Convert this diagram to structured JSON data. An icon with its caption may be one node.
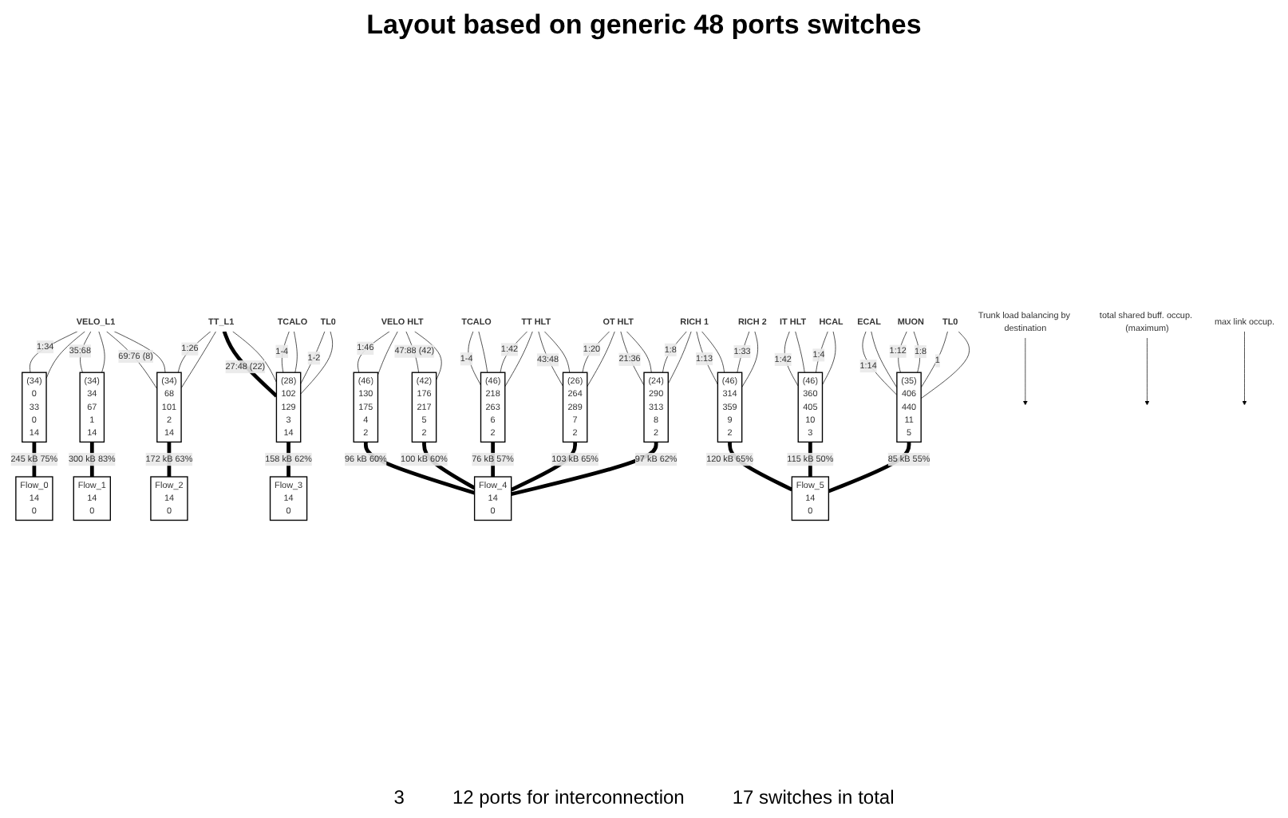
{
  "diagram": {
    "title": "Layout based on generic 48 ports switches",
    "nodes": [
      {
        "text": [
          "VELO_L1"
        ]
      },
      {
        "text": [
          "TT_L1"
        ]
      },
      {
        "text": [
          "TCALO"
        ]
      },
      {
        "text": [
          "TL0"
        ]
      },
      {
        "text": [
          "VELO HLT"
        ]
      },
      {
        "text": [
          "TCALO"
        ]
      },
      {
        "text": [
          "TT HLT"
        ]
      },
      {
        "text": [
          "OT HLT"
        ]
      },
      {
        "text": [
          "RICH 1"
        ]
      },
      {
        "text": [
          "RICH 2"
        ]
      },
      {
        "text": [
          "IT HLT"
        ]
      },
      {
        "text": [
          "HCAL"
        ]
      },
      {
        "text": [
          "ECAL"
        ]
      },
      {
        "text": [
          "MUON"
        ]
      },
      {
        "text": [
          "TL0"
        ]
      },
      {
        "text": [
          "(34)",
          "0",
          "33",
          "0",
          "14"
        ]
      },
      {
        "text": [
          "(34)",
          "34",
          "67",
          "1",
          "14"
        ]
      },
      {
        "text": [
          "(34)",
          "68",
          "101",
          "2",
          "14"
        ]
      },
      {
        "text": [
          "(28)",
          "102",
          "129",
          "3",
          "14"
        ]
      },
      {
        "text": [
          "(46)",
          "130",
          "175",
          "4",
          "2"
        ]
      },
      {
        "text": [
          "(42)",
          "176",
          "217",
          "5",
          "2"
        ]
      },
      {
        "text": [
          "(46)",
          "218",
          "263",
          "6",
          "2"
        ]
      },
      {
        "text": [
          "(26)",
          "264",
          "289",
          "7",
          "2"
        ]
      },
      {
        "text": [
          "(24)",
          "290",
          "313",
          "8",
          "2"
        ]
      },
      {
        "text": [
          "(46)",
          "314",
          "359",
          "9",
          "2"
        ]
      },
      {
        "text": [
          "(46)",
          "360",
          "405",
          "10",
          "3"
        ]
      },
      {
        "text": [
          "(35)",
          "406",
          "440",
          "11",
          "5"
        ]
      },
      {
        "text": [
          "Flow_0",
          "14",
          "0"
        ]
      },
      {
        "text": [
          "Flow_1",
          "14",
          "0"
        ]
      },
      {
        "text": [
          "Flow_2",
          "14",
          "0"
        ]
      },
      {
        "text": [
          "Flow_3",
          "14",
          "0"
        ]
      },
      {
        "text": [
          "Flow_4",
          "14",
          "0"
        ]
      },
      {
        "text": [
          "Flow_5",
          "14",
          "0"
        ]
      },
      {
        "text": [
          "Trunk load balancing by destination"
        ]
      },
      {
        "text": [
          "total shared buff. occup. (maximum)"
        ]
      },
      {
        "text": [
          "max link occup."
        ]
      }
    ],
    "edges": [
      {
        "from": 0,
        "to": 15,
        "arrow": "none",
        "label": "1:34"
      },
      {
        "from": 0,
        "to": 15,
        "arrow": "none"
      },
      {
        "from": 0,
        "to": 16,
        "arrow": "none",
        "label": "35:68"
      },
      {
        "from": 0,
        "to": 16,
        "arrow": "none"
      },
      {
        "from": 0,
        "to": 17,
        "arrow": "none",
        "label": "69:76 (8)"
      },
      {
        "from": 0,
        "to": 17,
        "arrow": "none"
      },
      {
        "from": 1,
        "to": 17,
        "arrow": "none",
        "label": "1:26"
      },
      {
        "from": 1,
        "to": 17,
        "arrow": "none"
      },
      {
        "from": 1,
        "to": 18,
        "arrow": "none",
        "label": "27:48 (22)",
        "style": "thick"
      },
      {
        "from": 1,
        "to": 18,
        "arrow": "none"
      },
      {
        "from": 2,
        "to": 18,
        "arrow": "none",
        "label": "1-4"
      },
      {
        "from": 2,
        "to": 18,
        "arrow": "none"
      },
      {
        "from": 3,
        "to": 18,
        "arrow": "none",
        "label": "1-2"
      },
      {
        "from": 3,
        "to": 18,
        "arrow": "none"
      },
      {
        "from": 4,
        "to": 19,
        "arrow": "none",
        "label": "1:46"
      },
      {
        "from": 4,
        "to": 19,
        "arrow": "none"
      },
      {
        "from": 4,
        "to": 20,
        "arrow": "none",
        "label": "47:88 (42)"
      },
      {
        "from": 4,
        "to": 20,
        "arrow": "none"
      },
      {
        "from": 5,
        "to": 21,
        "arrow": "none",
        "label": "1-4"
      },
      {
        "from": 5,
        "to": 21,
        "arrow": "none"
      },
      {
        "from": 6,
        "to": 21,
        "arrow": "none",
        "label": "1:42"
      },
      {
        "from": 6,
        "to": 21,
        "arrow": "none"
      },
      {
        "from": 6,
        "to": 22,
        "arrow": "none",
        "label": "43:48"
      },
      {
        "from": 6,
        "to": 22,
        "arrow": "none"
      },
      {
        "from": 7,
        "to": 22,
        "arrow": "none",
        "label": "1:20"
      },
      {
        "from": 7,
        "to": 22,
        "arrow": "none"
      },
      {
        "from": 7,
        "to": 23,
        "arrow": "none",
        "label": "21:36"
      },
      {
        "from": 7,
        "to": 23,
        "arrow": "none"
      },
      {
        "from": 8,
        "to": 23,
        "arrow": "none",
        "label": "1:8"
      },
      {
        "from": 8,
        "to": 23,
        "arrow": "none"
      },
      {
        "from": 8,
        "to": 24,
        "arrow": "none",
        "label": "1:13"
      },
      {
        "from": 8,
        "to": 24,
        "arrow": "none"
      },
      {
        "from": 9,
        "to": 24,
        "arrow": "none",
        "label": "1:33"
      },
      {
        "from": 9,
        "to": 24,
        "arrow": "none"
      },
      {
        "from": 10,
        "to": 25,
        "arrow": "none",
        "label": "1:42"
      },
      {
        "from": 10,
        "to": 25,
        "arrow": "none"
      },
      {
        "from": 11,
        "to": 25,
        "arrow": "none",
        "label": "1:4"
      },
      {
        "from": 11,
        "to": 25,
        "arrow": "none"
      },
      {
        "from": 12,
        "to": 26,
        "arrow": "none",
        "label": "1:14"
      },
      {
        "from": 12,
        "to": 26,
        "arrow": "none"
      },
      {
        "from": 13,
        "to": 26,
        "arrow": "none",
        "label": "1:12"
      },
      {
        "from": 13,
        "to": 26,
        "arrow": "none",
        "label": "1:8"
      },
      {
        "from": 14,
        "to": 26,
        "arrow": "none",
        "label": "1"
      },
      {
        "from": 14,
        "to": 26,
        "arrow": "none"
      },
      {
        "from": 15,
        "to": 27,
        "arrow": "none",
        "label": "245 kB 75%",
        "style": "thick"
      },
      {
        "from": 16,
        "to": 28,
        "arrow": "none",
        "label": "300 kB 83%",
        "style": "thick"
      },
      {
        "from": 17,
        "to": 29,
        "arrow": "none",
        "label": "172 kB 63%",
        "style": "thick"
      },
      {
        "from": 18,
        "to": 30,
        "arrow": "none",
        "label": "158 kB 62%",
        "style": "thick"
      },
      {
        "from": 19,
        "to": 31,
        "arrow": "none",
        "label": "96 kB 60%",
        "style": "thick"
      },
      {
        "from": 20,
        "to": 31,
        "arrow": "none",
        "label": "100 kB 60%",
        "style": "thick"
      },
      {
        "from": 21,
        "to": 31,
        "arrow": "none",
        "label": "76 kB 57%",
        "style": "thick"
      },
      {
        "from": 22,
        "to": 31,
        "arrow": "none",
        "label": "103 kB 65%",
        "style": "thick"
      },
      {
        "from": 23,
        "to": 31,
        "arrow": "none",
        "label": "97 kB 62%",
        "style": "thick"
      },
      {
        "from": 24,
        "to": 32,
        "arrow": "none",
        "label": "120 kB 65%",
        "style": "thick"
      },
      {
        "from": 25,
        "to": 32,
        "arrow": "none",
        "label": "115 kB 50%",
        "style": "thick"
      },
      {
        "from": 26,
        "to": 32,
        "arrow": "none",
        "label": "85 kB 55%",
        "style": "thick"
      },
      {
        "from": 33,
        "to": null,
        "arrow": "to"
      },
      {
        "from": 34,
        "to": null,
        "arrow": "to"
      },
      {
        "from": 35,
        "to": null,
        "arrow": "to"
      }
    ],
    "labels": [
      "3",
      "12 ports for interconnection",
      "17 switches in total"
    ]
  }
}
